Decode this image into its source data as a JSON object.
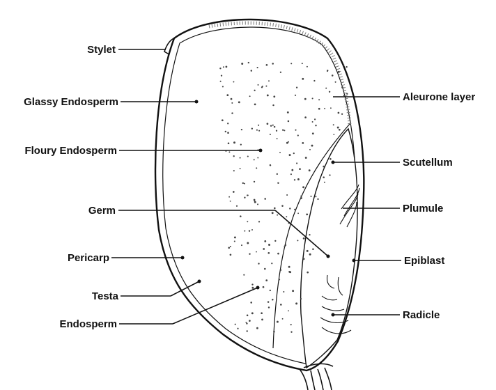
{
  "colors": {
    "ink": "#111111",
    "background": "#ffffff",
    "stipple": "#444444"
  },
  "labels": {
    "stylet": "Stylet",
    "glassy_endosperm": "Glassy Endosperm",
    "floury_endosperm": "Floury Endosperm",
    "germ": "Germ",
    "pericarp": "Pericarp",
    "testa": "Testa",
    "endosperm": "Endosperm",
    "aleurone_layer": "Aleurone layer",
    "scutellum": "Scutellum",
    "plumule": "Plumule",
    "epiblast": "Epiblast",
    "radicle": "Radicle"
  }
}
